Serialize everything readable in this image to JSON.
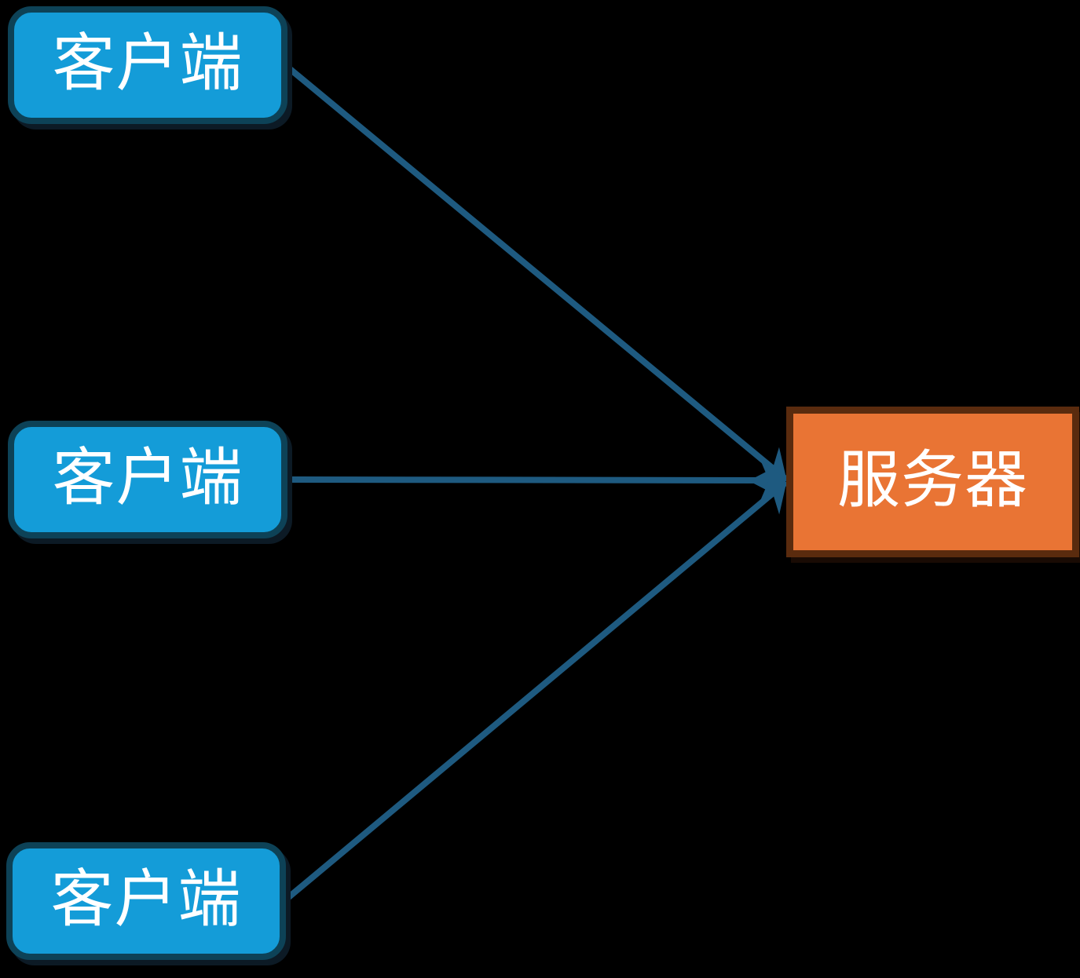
{
  "diagram": {
    "title": "client-server connection diagram",
    "background_color": "#000000",
    "nodes": [
      {
        "id": "client-1",
        "role": "client",
        "label": "客户端"
      },
      {
        "id": "client-2",
        "role": "client",
        "label": "客户端"
      },
      {
        "id": "client-3",
        "role": "client",
        "label": "客户端"
      },
      {
        "id": "server",
        "role": "server",
        "label": "服务器"
      }
    ],
    "edges": [
      {
        "from": "client-1",
        "to": "server",
        "style": "solid",
        "arrowhead": "stealth"
      },
      {
        "from": "client-2",
        "to": "server",
        "style": "solid",
        "arrowhead": "stealth"
      },
      {
        "from": "client-3",
        "to": "server",
        "style": "solid",
        "arrowhead": "stealth"
      }
    ],
    "colors": {
      "client_fill": "#149CD8",
      "client_border": "#0D4257",
      "server_fill": "#E97434",
      "server_border": "#5A2B0E",
      "connector": "#1E5A80",
      "text": "#FFFFFF",
      "background": "#000000"
    }
  }
}
